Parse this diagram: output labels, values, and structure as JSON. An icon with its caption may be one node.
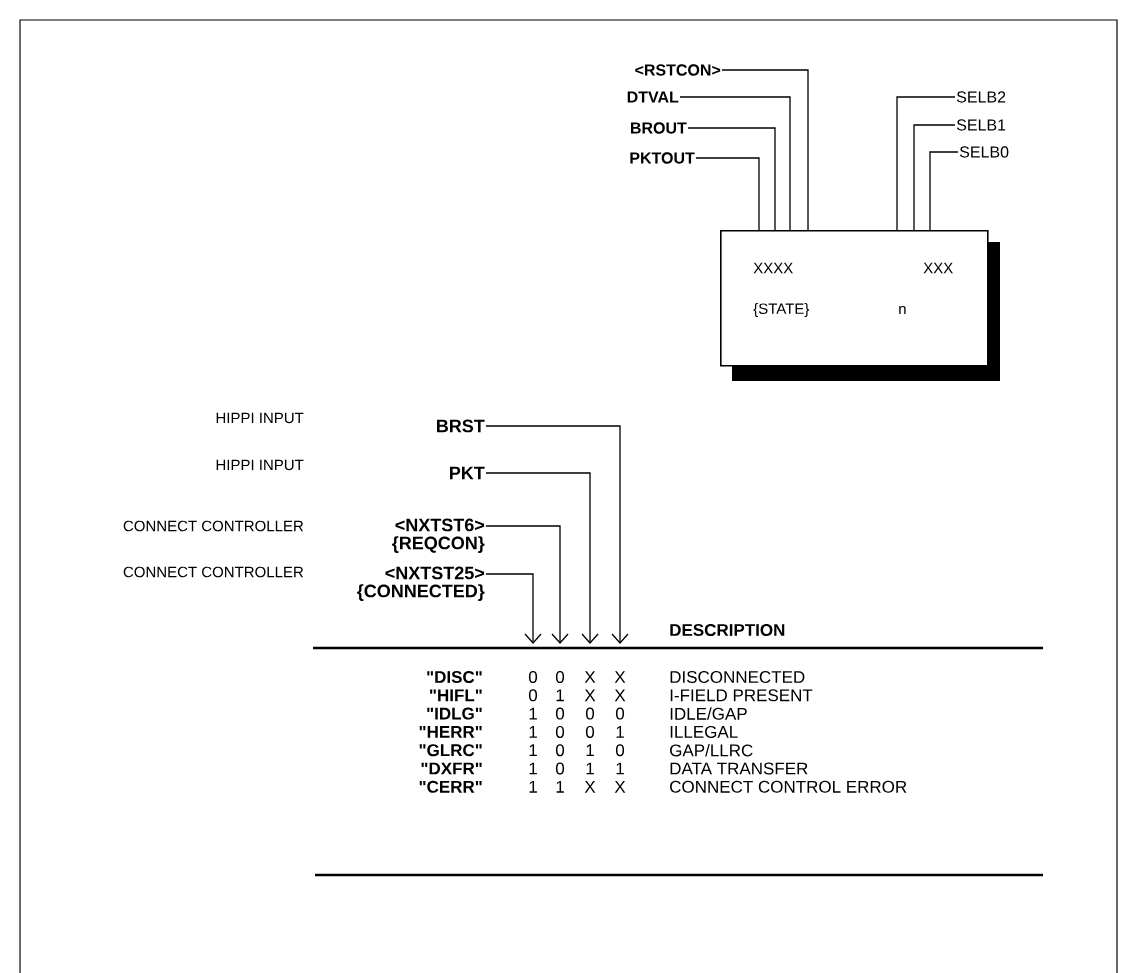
{
  "diagram": {
    "nodes": [
      {
        "text": [
          "XXXX",
          "XXX",
          "{STATE}",
          "n"
        ]
      },
      {
        "text": [
          "<RSTCON>"
        ]
      },
      {
        "text": [
          "DTVAL"
        ]
      },
      {
        "text": [
          "BROUT"
        ]
      },
      {
        "text": [
          "PKTOUT"
        ]
      },
      {
        "text": [
          "SELB2"
        ]
      },
      {
        "text": [
          "SELB1"
        ]
      },
      {
        "text": [
          "SELB0"
        ]
      },
      {
        "text": [
          "BRST"
        ]
      },
      {
        "text": [
          "PKT"
        ]
      },
      {
        "text": [
          "<NXTST6>",
          "{REQCON}"
        ]
      },
      {
        "text": [
          "<NXTST25>",
          "{CONNECTED}"
        ]
      }
    ],
    "edges": [
      {
        "from": 1,
        "to": 0,
        "arrow": "none"
      },
      {
        "from": 2,
        "to": 0,
        "arrow": "none"
      },
      {
        "from": 3,
        "to": 0,
        "arrow": "none"
      },
      {
        "from": 4,
        "to": 0,
        "arrow": "none"
      },
      {
        "from": 5,
        "to": 0,
        "arrow": "none"
      },
      {
        "from": 6,
        "to": 0,
        "arrow": "none"
      },
      {
        "from": 7,
        "to": 0,
        "arrow": "none"
      },
      {
        "from": 8,
        "to": null,
        "arrow": "to"
      },
      {
        "from": 9,
        "to": null,
        "arrow": "to"
      },
      {
        "from": 10,
        "to": null,
        "arrow": "to"
      },
      {
        "from": 11,
        "to": null,
        "arrow": "to"
      }
    ],
    "labels": [
      "HIPPI INPUT",
      "HIPPI INPUT",
      "CONNECT CONTROLLER",
      "CONNECT CONTROLLER",
      "DESCRIPTION",
      "\"DISC\"",
      "0",
      "0",
      "X",
      "X",
      "DISCONNECTED",
      "\"HIFL\"",
      "0",
      "1",
      "X",
      "X",
      "I-FIELD PRESENT",
      "\"IDLG\"",
      "1",
      "0",
      "0",
      "0",
      "IDLE/GAP",
      "\"HERR\"",
      "1",
      "0",
      "0",
      "1",
      "ILLEGAL",
      "\"GLRC\"",
      "1",
      "0",
      "1",
      "0",
      "GAP/LLRC",
      "\"DXFR\"",
      "1",
      "0",
      "1",
      "1",
      "DATA TRANSFER",
      "\"CERR\"",
      "1",
      "1",
      "X",
      "X",
      "CONNECT CONTROL ERROR"
    ]
  }
}
